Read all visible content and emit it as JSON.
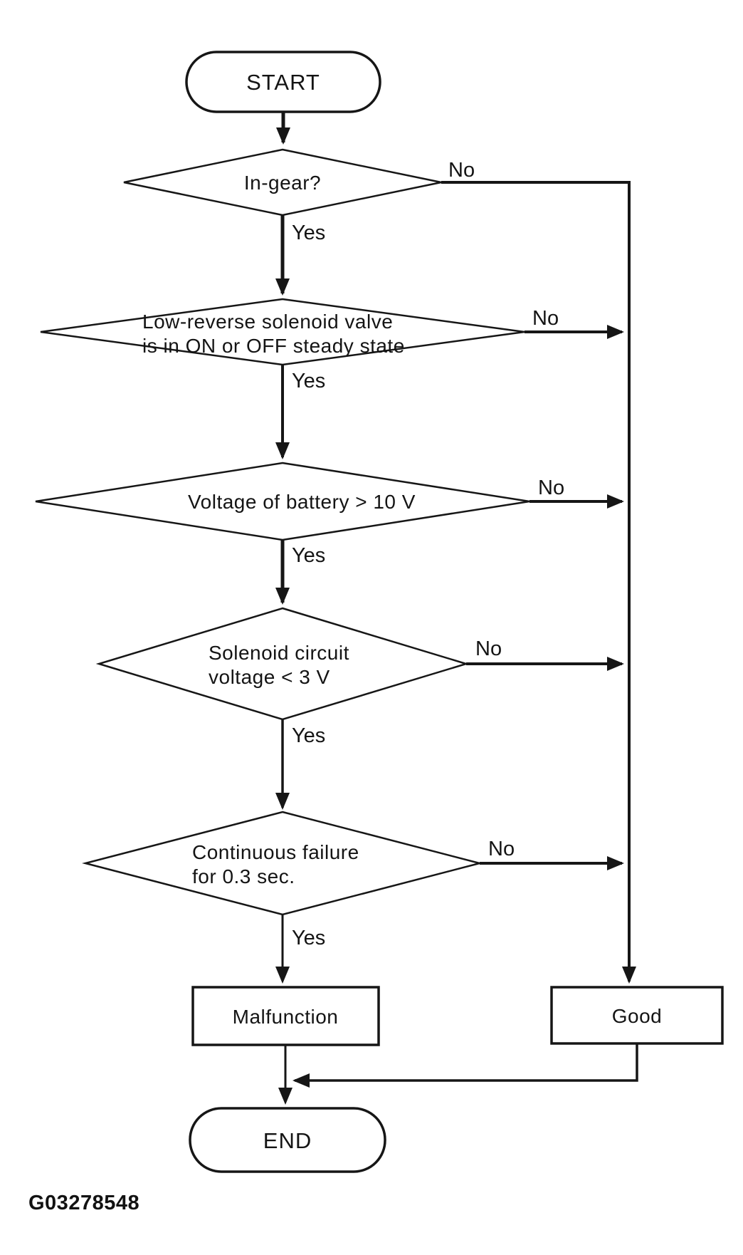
{
  "page": {
    "background_color": "#ffffff",
    "ink_color": "#161616",
    "figure_code": "G03278548"
  },
  "flowchart": {
    "terminals": {
      "start": "START",
      "end": "END"
    },
    "decisions": [
      {
        "id": "in-gear",
        "lines": [
          "In-gear?"
        ]
      },
      {
        "id": "low-reverse-steady-state",
        "lines": [
          "Low-reverse solenoid valve",
          "is in ON or OFF steady state"
        ]
      },
      {
        "id": "battery-voltage",
        "lines": [
          "Voltage of battery > 10 V"
        ]
      },
      {
        "id": "solenoid-circuit-voltage",
        "lines": [
          "Solenoid circuit",
          "voltage < 3 V"
        ]
      },
      {
        "id": "continuous-failure",
        "lines": [
          "Continuous failure",
          "for 0.3 sec."
        ]
      }
    ],
    "results": {
      "malfunction": "Malfunction",
      "good": "Good"
    },
    "branch_labels": {
      "yes": "Yes",
      "no": "No"
    },
    "edges": [
      {
        "from": "START",
        "to": "In-gear?",
        "label": ""
      },
      {
        "from": "In-gear?",
        "to": "Low-reverse solenoid valve is in ON or OFF steady state",
        "label": "Yes"
      },
      {
        "from": "In-gear?",
        "to": "Good",
        "label": "No"
      },
      {
        "from": "Low-reverse solenoid valve is in ON or OFF steady state",
        "to": "Voltage of battery > 10 V",
        "label": "Yes"
      },
      {
        "from": "Low-reverse solenoid valve is in ON or OFF steady state",
        "to": "Good",
        "label": "No"
      },
      {
        "from": "Voltage of battery > 10 V",
        "to": "Solenoid circuit voltage < 3 V",
        "label": "Yes"
      },
      {
        "from": "Voltage of battery > 10 V",
        "to": "Good",
        "label": "No"
      },
      {
        "from": "Solenoid circuit voltage < 3 V",
        "to": "Continuous failure for 0.3 sec.",
        "label": "Yes"
      },
      {
        "from": "Solenoid circuit voltage < 3 V",
        "to": "Good",
        "label": "No"
      },
      {
        "from": "Continuous failure for 0.3 sec.",
        "to": "Malfunction",
        "label": "Yes"
      },
      {
        "from": "Continuous failure for 0.3 sec.",
        "to": "Good",
        "label": "No"
      },
      {
        "from": "Malfunction",
        "to": "END",
        "label": ""
      },
      {
        "from": "Good",
        "to": "END",
        "label": ""
      }
    ]
  }
}
